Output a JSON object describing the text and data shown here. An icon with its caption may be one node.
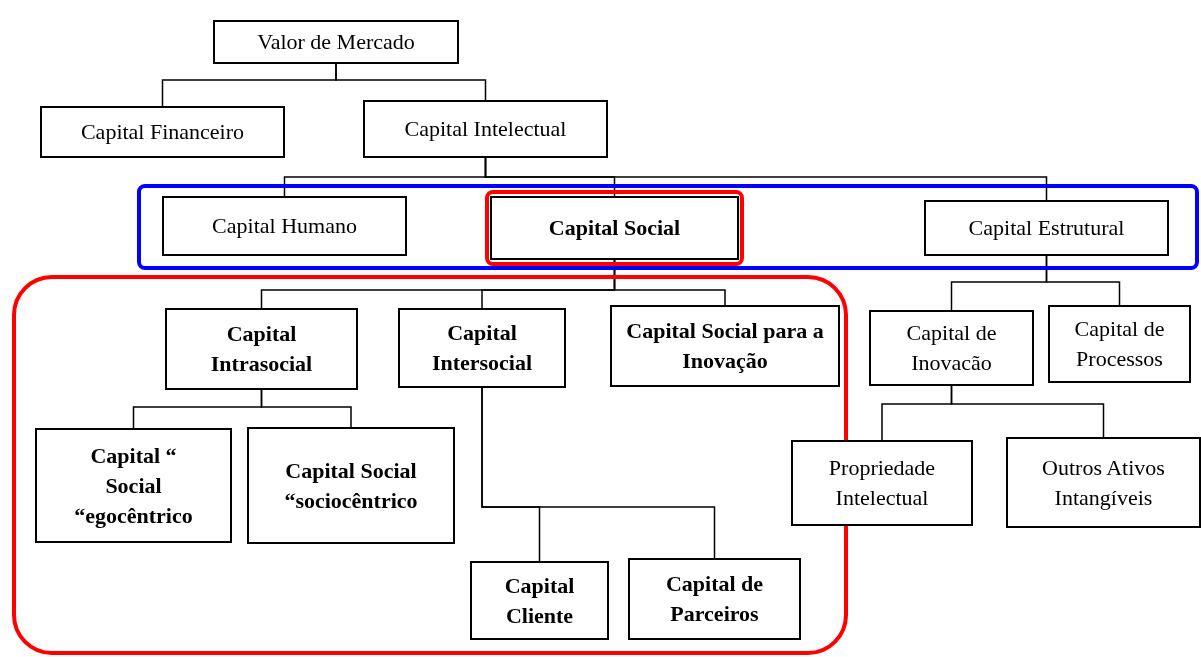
{
  "diagram": {
    "nodes": [
      {
        "text": [
          "Valor de Mercado"
        ]
      },
      {
        "text": [
          "Capital Financeiro"
        ]
      },
      {
        "text": [
          "Capital Intelectual"
        ]
      },
      {
        "text": [],
        "shape": "box"
      },
      {
        "text": [
          "Capital Humano"
        ],
        "in": 3
      },
      {
        "text": [],
        "shape": "box",
        "in": 3
      },
      {
        "text": [
          "Capital Social"
        ],
        "in": 5
      },
      {
        "text": [
          "Capital Estrutural"
        ],
        "in": 3
      },
      {
        "text": [],
        "shape": "box"
      },
      {
        "text": [
          "Capital Intrasocial"
        ],
        "in": 8
      },
      {
        "text": [
          "Capital Intersocial"
        ],
        "in": 8
      },
      {
        "text": [
          "Capital Social para a Inovação"
        ],
        "in": 8
      },
      {
        "text": [
          "Capital “ Social “egocêntrico"
        ],
        "in": 8
      },
      {
        "text": [
          "Capital Social “sociocêntrico"
        ],
        "in": 8
      },
      {
        "text": [
          "Capital Cliente"
        ],
        "in": 8
      },
      {
        "text": [
          "Capital de Parceiros"
        ],
        "in": 8
      },
      {
        "text": [
          "Capital de Inovacão"
        ]
      },
      {
        "text": [
          "Capital de Processos"
        ]
      },
      {
        "text": [
          "Propriedade Intelectual"
        ]
      },
      {
        "text": [
          "Outros Ativos Intangíveis"
        ]
      }
    ],
    "edges": [
      {
        "from": 0,
        "to": 1,
        "arrow": "none"
      },
      {
        "from": 0,
        "to": 2,
        "arrow": "none"
      },
      {
        "from": 2,
        "to": 4,
        "arrow": "none"
      },
      {
        "from": 2,
        "to": 6,
        "arrow": "none"
      },
      {
        "from": 2,
        "to": 7,
        "arrow": "none"
      },
      {
        "from": 6,
        "to": 9,
        "arrow": "none"
      },
      {
        "from": 6,
        "to": 10,
        "arrow": "none"
      },
      {
        "from": 6,
        "to": 11,
        "arrow": "none"
      },
      {
        "from": 9,
        "to": 12,
        "arrow": "none"
      },
      {
        "from": 9,
        "to": 13,
        "arrow": "none"
      },
      {
        "from": 10,
        "to": 14,
        "arrow": "none"
      },
      {
        "from": 10,
        "to": 15,
        "arrow": "none"
      },
      {
        "from": 7,
        "to": 16,
        "arrow": "none"
      },
      {
        "from": 7,
        "to": 17,
        "arrow": "none"
      },
      {
        "from": 16,
        "to": 18,
        "arrow": "none"
      },
      {
        "from": 16,
        "to": 19,
        "arrow": "none"
      }
    ]
  }
}
